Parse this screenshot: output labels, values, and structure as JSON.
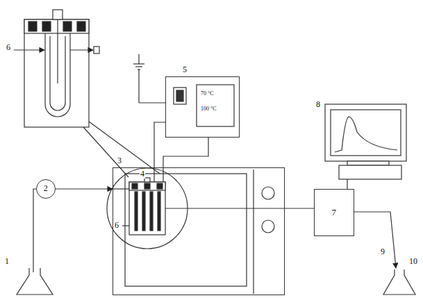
{
  "diagram": {
    "nodes": [
      {
        "text": [
          "3"
        ]
      },
      {
        "text": [
          "2"
        ]
      },
      {
        "text": [
          "7"
        ]
      },
      {
        "text": [
          "5",
          "70 °C",
          "100 °C"
        ]
      }
    ],
    "edges": [
      {
        "from": 1,
        "to": 0,
        "arrow": "to"
      },
      {
        "from": 0,
        "to": 2,
        "arrow": "none"
      }
    ],
    "labels": [
      "1",
      "4",
      "6",
      "6",
      "8",
      "9",
      "10"
    ]
  }
}
